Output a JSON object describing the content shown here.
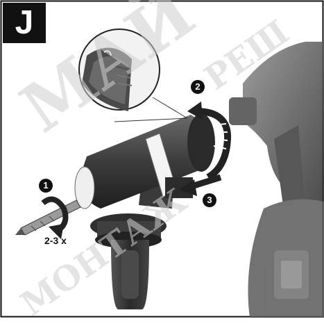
{
  "figure": {
    "label": "J",
    "steps": [
      "1",
      "2",
      "3"
    ],
    "rotation_count": "2-3 x"
  },
  "watermark": {
    "lines": [
      "МАЙ",
      "МОНТАЖ",
      "РЕШ"
    ]
  }
}
